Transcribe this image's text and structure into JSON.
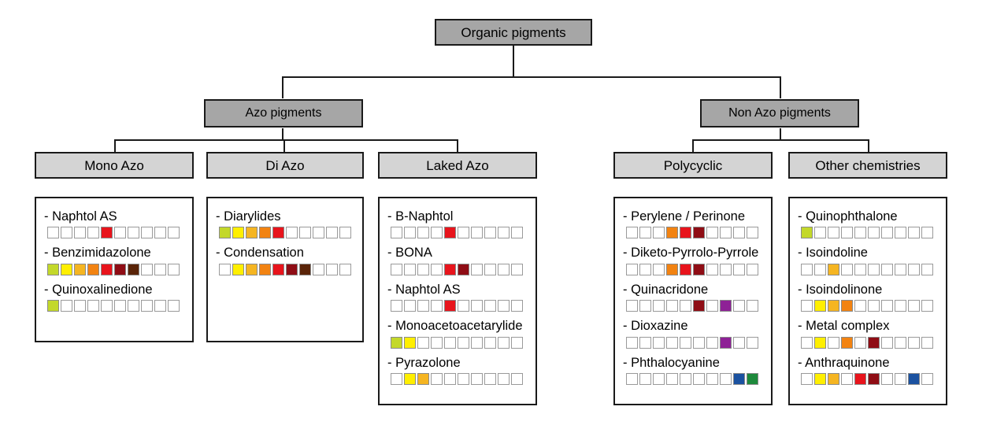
{
  "title": "Organic pigments classification chart",
  "palette": {
    "empty": "#ffffff",
    "yellow_green": "#c3d82a",
    "yellow": "#ffef00",
    "amber": "#f5b522",
    "orange": "#f28312",
    "red": "#e8141c",
    "dark_red": "#8f0d15",
    "brown": "#5a2408",
    "purple": "#8e2196",
    "blue": "#1b52a0",
    "green": "#1e8a3c",
    "box_header_dark": "#a6a6a6",
    "box_header_light": "#d4d4d4",
    "border": "#1a1a1a"
  },
  "root": {
    "label": "Organic pigments"
  },
  "level2": [
    {
      "label": "Azo pigments"
    },
    {
      "label": "Non Azo pigments"
    }
  ],
  "groups": [
    {
      "header": "Mono Azo",
      "entries": [
        {
          "label": "- Naphtol AS",
          "swatches": [
            "empty",
            "empty",
            "empty",
            "empty",
            "red",
            "empty",
            "empty",
            "empty",
            "empty",
            "empty"
          ]
        },
        {
          "label": "- Benzimidazolone",
          "swatches": [
            "yellow_green",
            "yellow",
            "amber",
            "orange",
            "red",
            "dark_red",
            "brown",
            "empty",
            "empty",
            "empty"
          ]
        },
        {
          "label": "- Quinoxalinedione",
          "swatches": [
            "yellow_green",
            "empty",
            "empty",
            "empty",
            "empty",
            "empty",
            "empty",
            "empty",
            "empty",
            "empty"
          ]
        }
      ]
    },
    {
      "header": "Di Azo",
      "entries": [
        {
          "label": "- Diarylides",
          "swatches": [
            "yellow_green",
            "yellow",
            "amber",
            "orange",
            "red",
            "empty",
            "empty",
            "empty",
            "empty",
            "empty"
          ]
        },
        {
          "label": "- Condensation",
          "swatches": [
            "empty",
            "yellow",
            "amber",
            "orange",
            "red",
            "dark_red",
            "brown",
            "empty",
            "empty",
            "empty"
          ]
        }
      ]
    },
    {
      "header": "Laked Azo",
      "entries": [
        {
          "label": "- B-Naphtol",
          "swatches": [
            "empty",
            "empty",
            "empty",
            "empty",
            "red",
            "empty",
            "empty",
            "empty",
            "empty",
            "empty"
          ]
        },
        {
          "label": "- BONA",
          "swatches": [
            "empty",
            "empty",
            "empty",
            "empty",
            "red",
            "dark_red",
            "empty",
            "empty",
            "empty",
            "empty"
          ]
        },
        {
          "label": "- Naphtol AS",
          "swatches": [
            "empty",
            "empty",
            "empty",
            "empty",
            "red",
            "empty",
            "empty",
            "empty",
            "empty",
            "empty"
          ]
        },
        {
          "label": "- Monoacetoacetarylide",
          "swatches": [
            "yellow_green",
            "yellow",
            "empty",
            "empty",
            "empty",
            "empty",
            "empty",
            "empty",
            "empty",
            "empty"
          ]
        },
        {
          "label": "- Pyrazolone",
          "swatches": [
            "empty",
            "yellow",
            "amber",
            "empty",
            "empty",
            "empty",
            "empty",
            "empty",
            "empty",
            "empty"
          ]
        }
      ]
    },
    {
      "header": "Polycyclic",
      "entries": [
        {
          "label": "- Perylene / Perinone",
          "swatches": [
            "empty",
            "empty",
            "empty",
            "orange",
            "red",
            "dark_red",
            "empty",
            "empty",
            "empty",
            "empty"
          ]
        },
        {
          "label": "- Diketo-Pyrrolo-Pyrrole",
          "swatches": [
            "empty",
            "empty",
            "empty",
            "orange",
            "red",
            "dark_red",
            "empty",
            "empty",
            "empty",
            "empty"
          ]
        },
        {
          "label": "- Quinacridone",
          "swatches": [
            "empty",
            "empty",
            "empty",
            "empty",
            "empty",
            "dark_red",
            "empty",
            "purple",
            "empty",
            "empty"
          ]
        },
        {
          "label": "- Dioxazine",
          "swatches": [
            "empty",
            "empty",
            "empty",
            "empty",
            "empty",
            "empty",
            "empty",
            "purple",
            "empty",
            "empty"
          ]
        },
        {
          "label": "- Phthalocyanine",
          "swatches": [
            "empty",
            "empty",
            "empty",
            "empty",
            "empty",
            "empty",
            "empty",
            "empty",
            "blue",
            "green"
          ]
        }
      ]
    },
    {
      "header": "Other chemistries",
      "entries": [
        {
          "label": "- Quinophthalone",
          "swatches": [
            "yellow_green",
            "empty",
            "empty",
            "empty",
            "empty",
            "empty",
            "empty",
            "empty",
            "empty",
            "empty"
          ]
        },
        {
          "label": "- Isoindoline",
          "swatches": [
            "empty",
            "empty",
            "amber",
            "empty",
            "empty",
            "empty",
            "empty",
            "empty",
            "empty",
            "empty"
          ]
        },
        {
          "label": "- Isoindolinone",
          "swatches": [
            "empty",
            "yellow",
            "amber",
            "orange",
            "empty",
            "empty",
            "empty",
            "empty",
            "empty",
            "empty"
          ]
        },
        {
          "label": "- Metal complex",
          "swatches": [
            "empty",
            "yellow",
            "empty",
            "orange",
            "empty",
            "dark_red",
            "empty",
            "empty",
            "empty",
            "empty"
          ]
        },
        {
          "label": "- Anthraquinone",
          "swatches": [
            "empty",
            "yellow",
            "amber",
            "empty",
            "red",
            "dark_red",
            "empty",
            "empty",
            "blue",
            "empty"
          ]
        }
      ]
    }
  ]
}
